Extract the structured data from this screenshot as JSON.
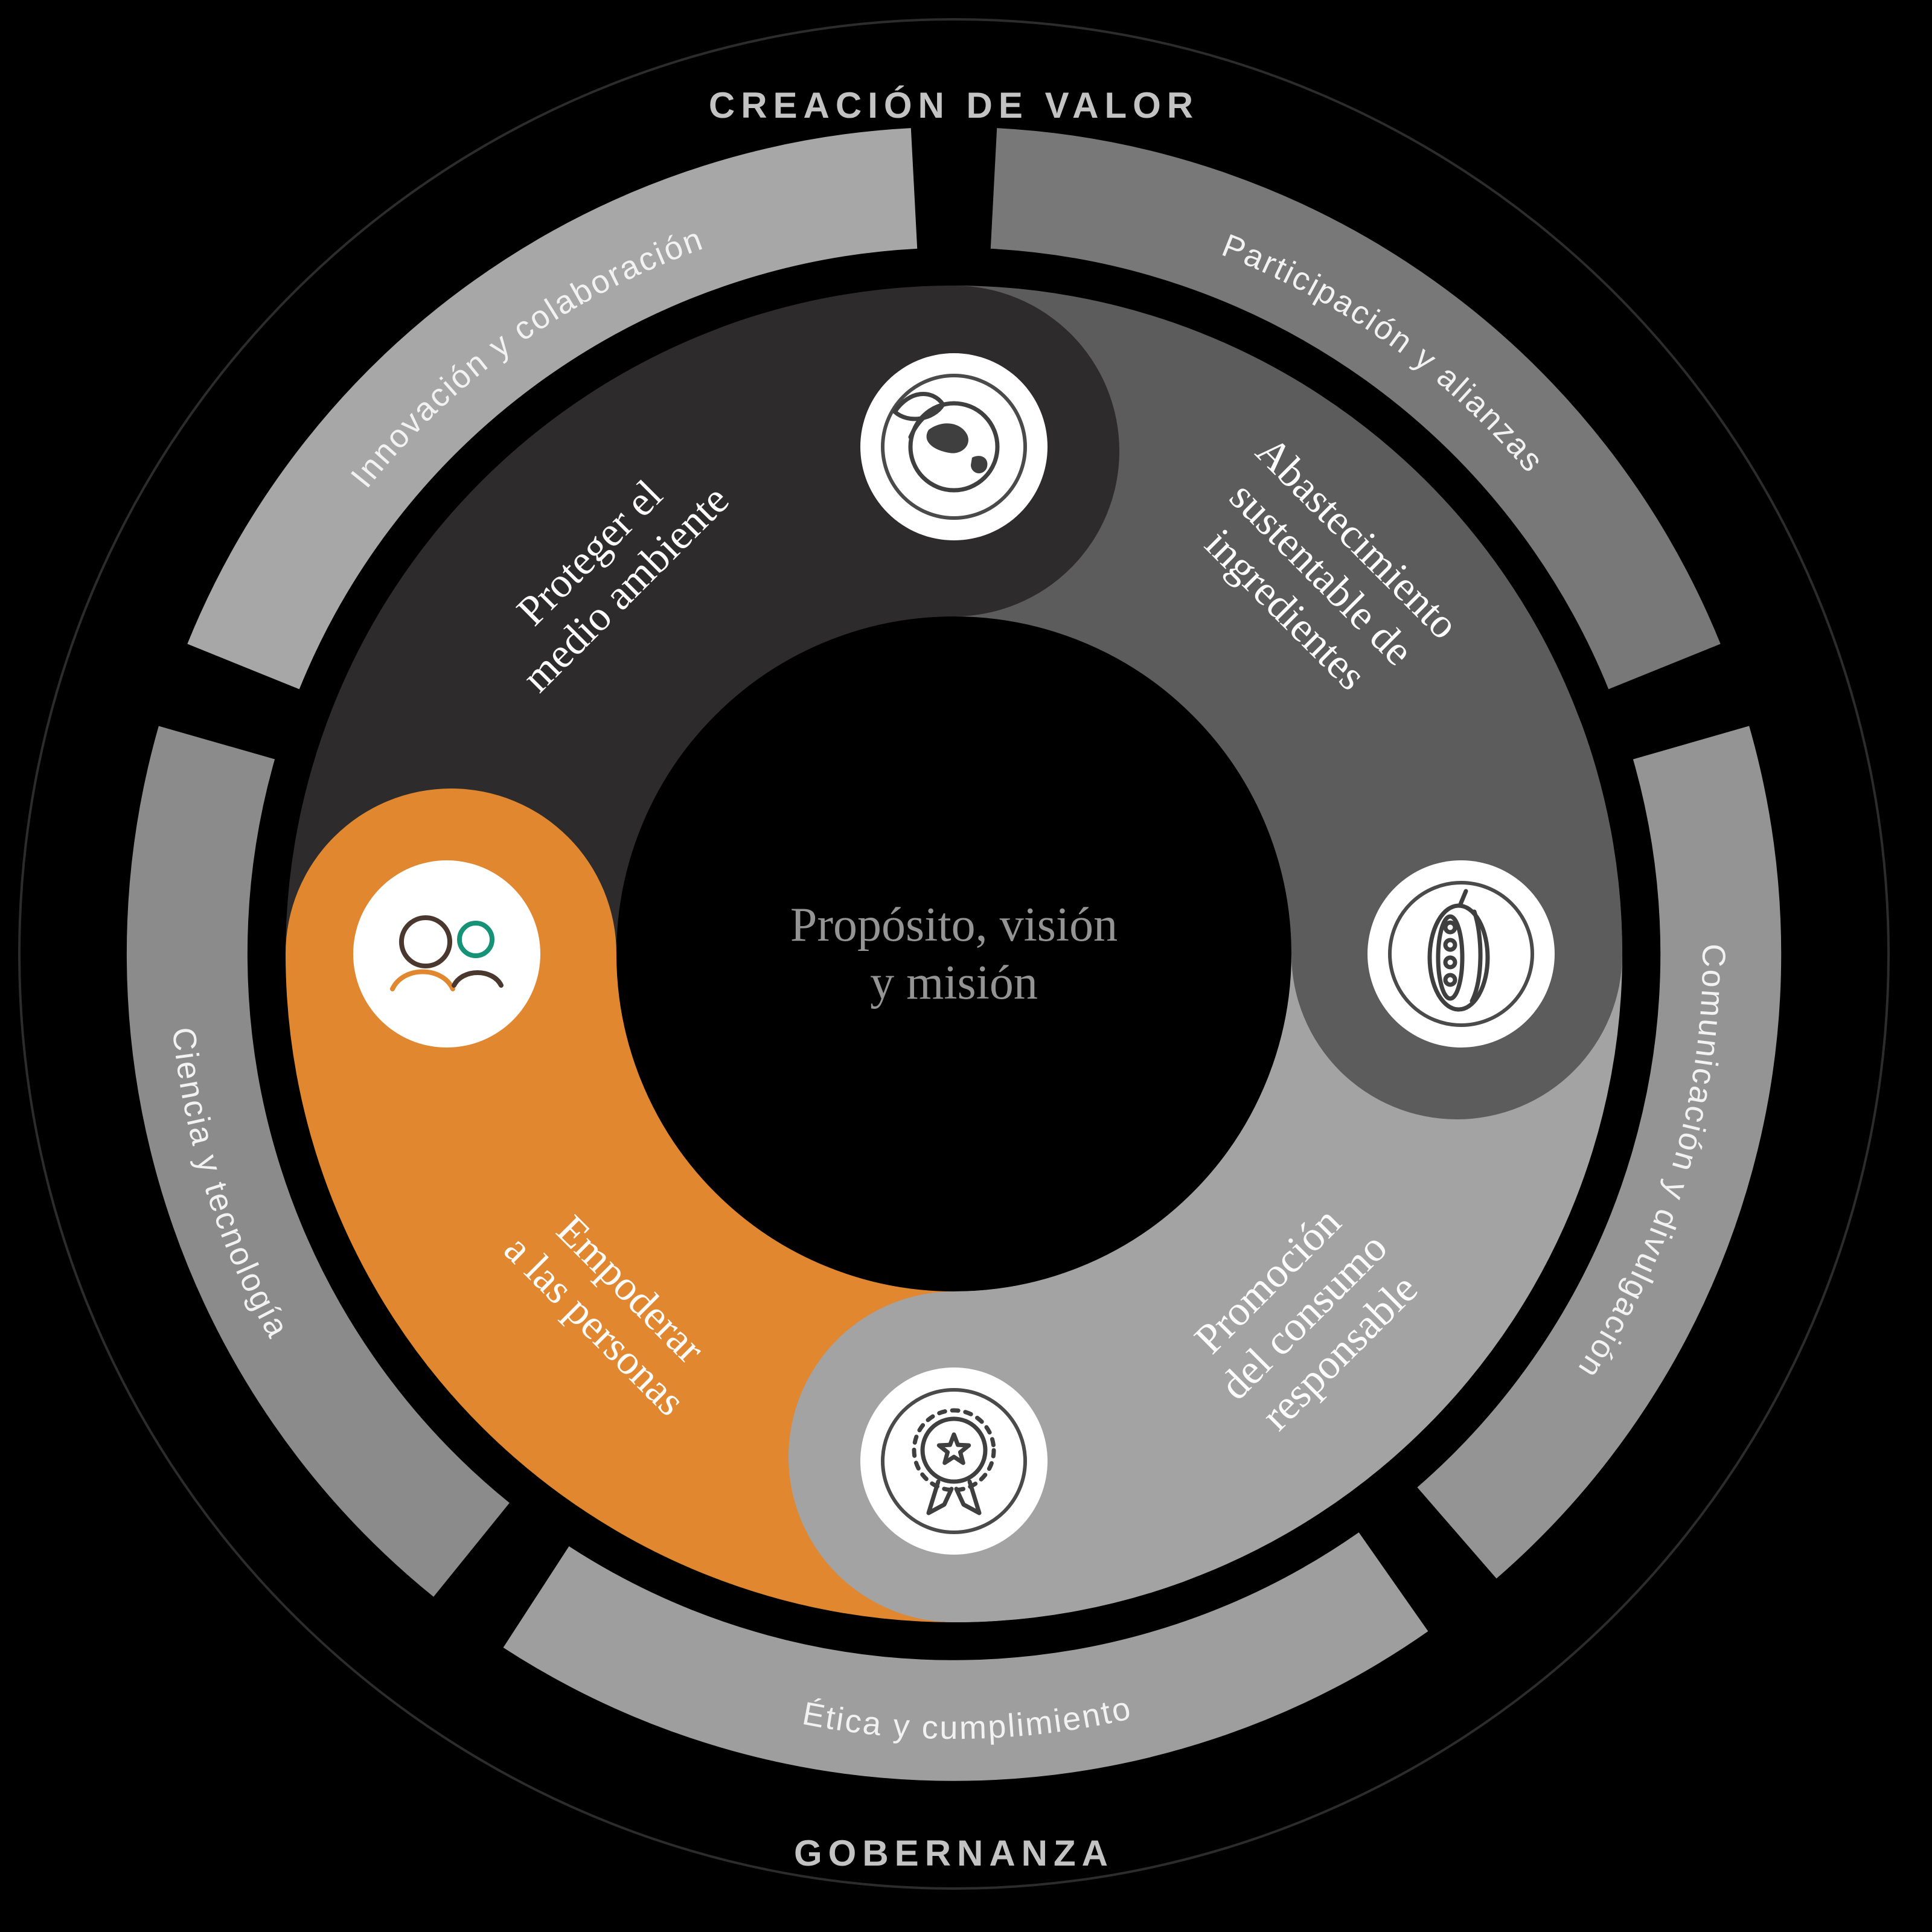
{
  "outer_ring": {
    "top_label": "CREACIÓN DE VALOR",
    "bottom_label": "GOBERNANZA"
  },
  "middle_ring": {
    "segments": [
      {
        "label": "Innovación y colaboración",
        "color": "#a7a7a7"
      },
      {
        "label": "Participación y alianzas",
        "color": "#787878"
      },
      {
        "label": "Comunicación y divulgación",
        "color": "#949494"
      },
      {
        "label": "Ética y cumplimiento",
        "color": "#9e9e9e"
      },
      {
        "label": "Ciencia y tecnología",
        "color": "#8b8b8b"
      }
    ]
  },
  "inner_ring": {
    "segments": [
      {
        "name": "proteger-el-medio-ambiente",
        "color": "#2d2b2b",
        "icon": "globe-leaf-icon",
        "lines": [
          "Proteger el",
          "medio ambiente"
        ]
      },
      {
        "name": "abastecimiento-sustentable",
        "color": "#5c5c5c",
        "icon": "cacao-pod-icon",
        "lines": [
          "Abastecimiento",
          "sustentable de",
          "ingredientes"
        ]
      },
      {
        "name": "promocion-consumo-responsable",
        "color": "#a3a3a3",
        "icon": "award-medal-icon",
        "lines": [
          "Promoción",
          "del consumo",
          "responsable"
        ]
      },
      {
        "name": "empoderar-a-las-personas",
        "color": "#e08730",
        "icon": "people-icon",
        "lines": [
          "Empoderar",
          "a las personas"
        ]
      }
    ]
  },
  "center": {
    "lines": [
      "Propósito, visión",
      "y misión"
    ]
  },
  "palette": {
    "orange": "#e08730",
    "teal": "#169277",
    "dark_brown": "#4a382e",
    "background": "#000000"
  }
}
